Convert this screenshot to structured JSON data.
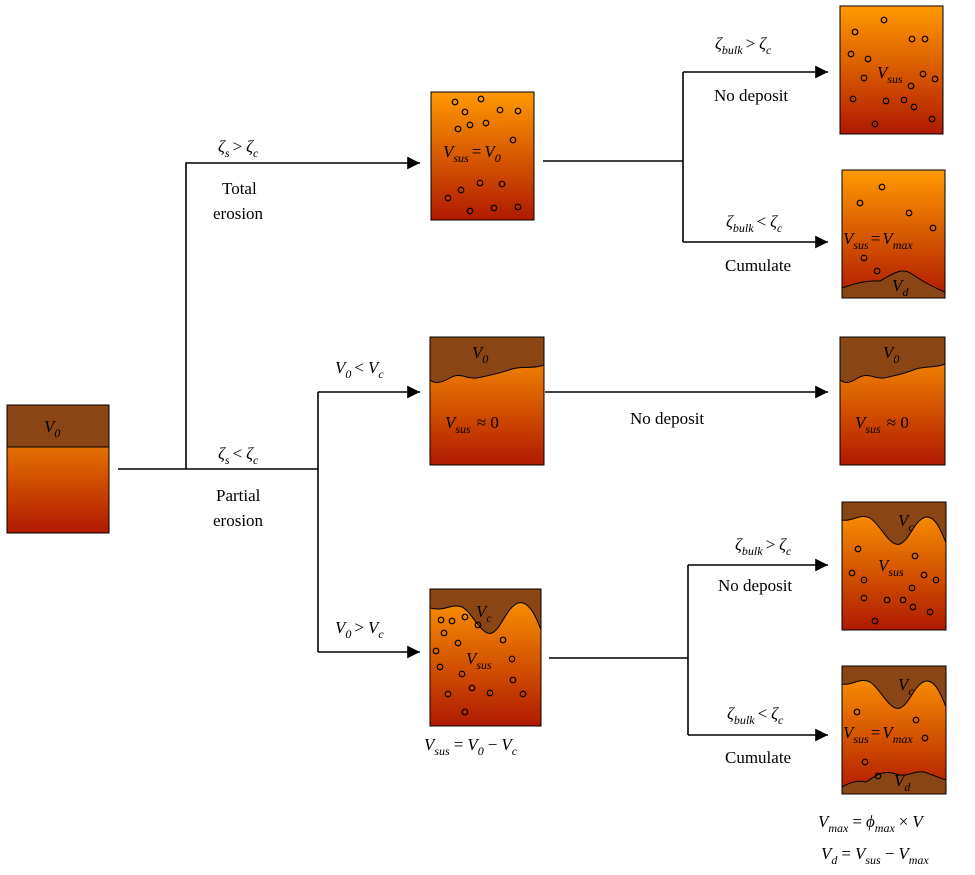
{
  "colors": {
    "orange_top": "#ff9a00",
    "red_bottom": "#b01a00",
    "deposit": "#8a4515"
  },
  "start": {
    "v0": "V",
    "v0_sub": "0"
  },
  "branches": {
    "total": {
      "cond_a": "ζ",
      "cond_a_sub": "s",
      "op": ">",
      "cond_b": "ζ",
      "cond_b_sub": "c",
      "line1": "Total",
      "line2": "erosion"
    },
    "partial": {
      "cond_a": "ζ",
      "cond_a_sub": "s",
      "op": "<",
      "cond_b": "ζ",
      "cond_b_sub": "c",
      "line1": "Partial",
      "line2": "erosion"
    },
    "v0_less": {
      "a": "V",
      "a_sub": "0",
      "op": "<",
      "b": "V",
      "b_sub": "c"
    },
    "v0_greater": {
      "a": "V",
      "a_sub": "0",
      "op": ">",
      "b": "V",
      "b_sub": "c"
    },
    "bulk_gt_top": {
      "a": "ζ",
      "a_sub": "bulk",
      "op": ">",
      "b": "ζ",
      "b_sub": "c",
      "caption": "No deposit"
    },
    "bulk_lt_top": {
      "a": "ζ",
      "a_sub": "bulk",
      "op": "<",
      "b": "ζ",
      "b_sub": "c",
      "caption": "Cumulate"
    },
    "middle": {
      "caption": "No deposit"
    },
    "bulk_gt_bottom": {
      "a": "ζ",
      "a_sub": "bulk",
      "op": ">",
      "b": "ζ",
      "b_sub": "c",
      "caption": "No deposit"
    },
    "bulk_lt_bottom": {
      "a": "ζ",
      "a_sub": "bulk",
      "op": "<",
      "b": "ζ",
      "b_sub": "c",
      "caption": "Cumulate"
    }
  },
  "boxes": {
    "total_erosion": {
      "left": "V",
      "left_sub": "sus",
      "eq": "=",
      "right": "V",
      "right_sub": "0"
    },
    "cumulate_top": {
      "left": "V",
      "left_sub": "sus",
      "eq": "=",
      "right": "V",
      "right_sub": "max",
      "deposit": "V",
      "deposit_sub": "d"
    },
    "v0_less": {
      "top": "V",
      "top_sub": "0",
      "main": "V",
      "main_sub": "sus",
      "approx": "≈ 0"
    },
    "result_middle": {
      "top": "V",
      "top_sub": "0",
      "main": "V",
      "main_sub": "sus",
      "approx": "≈ 0"
    },
    "nodeposit": {
      "label": "V",
      "label_sub": "sus"
    },
    "v0_greater": {
      "top": "V",
      "top_sub": "c",
      "main": "V",
      "main_sub": "sus"
    },
    "v0_greater_caption": {
      "a": "V",
      "a_sub": "sus",
      "eq": "=",
      "b": "V",
      "b_sub": "0",
      "minus": "−",
      "c": "V",
      "c_sub": "c"
    },
    "nodeposit_bottom": {
      "top": "V",
      "top_sub": "c",
      "main": "V",
      "main_sub": "sus"
    },
    "cumulate_bottom": {
      "top": "V",
      "top_sub": "c",
      "left": "V",
      "left_sub": "sus",
      "eq": "=",
      "right": "V",
      "right_sub": "max",
      "deposit": "V",
      "deposit_sub": "d"
    }
  },
  "formulas": {
    "vmax": {
      "a": "V",
      "a_sub": "max",
      "eq": "=",
      "b": "ϕ",
      "b_sub": "max",
      "times": "×",
      "c": "V"
    },
    "vd": {
      "a": "V",
      "a_sub": "d",
      "eq": "=",
      "b": "V",
      "b_sub": "sus",
      "minus": "−",
      "c": "V",
      "c_sub": "max"
    }
  }
}
